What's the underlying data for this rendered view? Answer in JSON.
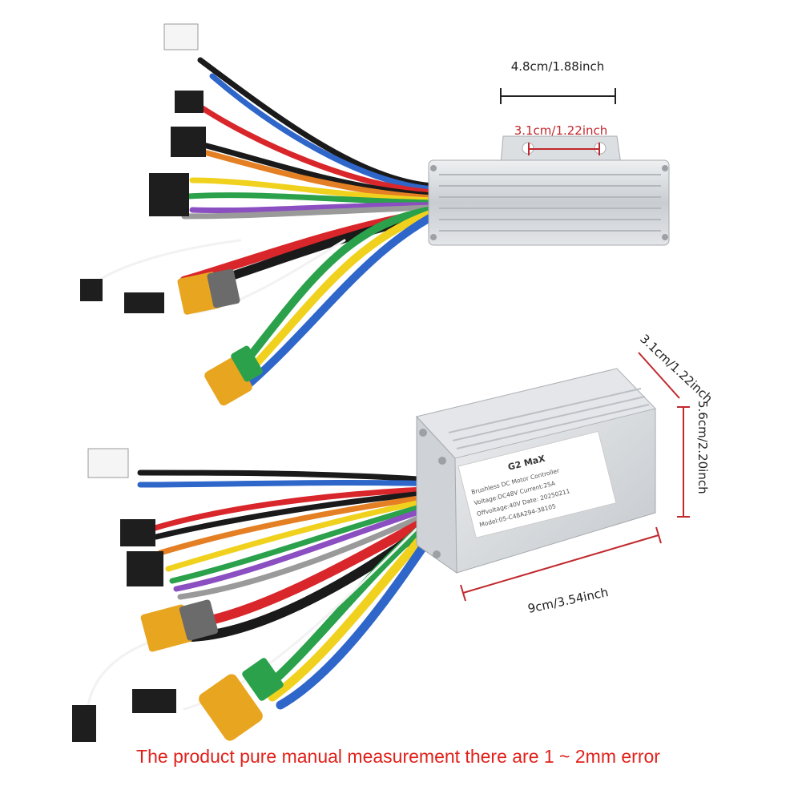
{
  "dimensions": {
    "top_width": "4.8cm/1.88inch",
    "top_hole": "3.1cm/1.22inch",
    "bottom_depth": "3.1cm/1.22inch",
    "bottom_height": "5.6cm/2.20inch",
    "bottom_length": "9cm/3.54inch"
  },
  "label": {
    "title": "G2 MaX",
    "line1": "Brushless DC Motor Controller",
    "line2": "Voltage:DC48V  Current:25A",
    "line3": "Offvoltage:40V  Date: 20250211",
    "line4": "Model:05-C48A294-38105"
  },
  "caption": "The product pure manual measurement there are 1 ~ 2mm error",
  "colors": {
    "dimension_dark": "#222222",
    "dimension_red": "#c0282d",
    "caption_red": "#e0211b",
    "housing": "#d6d9dc",
    "connector_yellow": "#e8a51f"
  }
}
